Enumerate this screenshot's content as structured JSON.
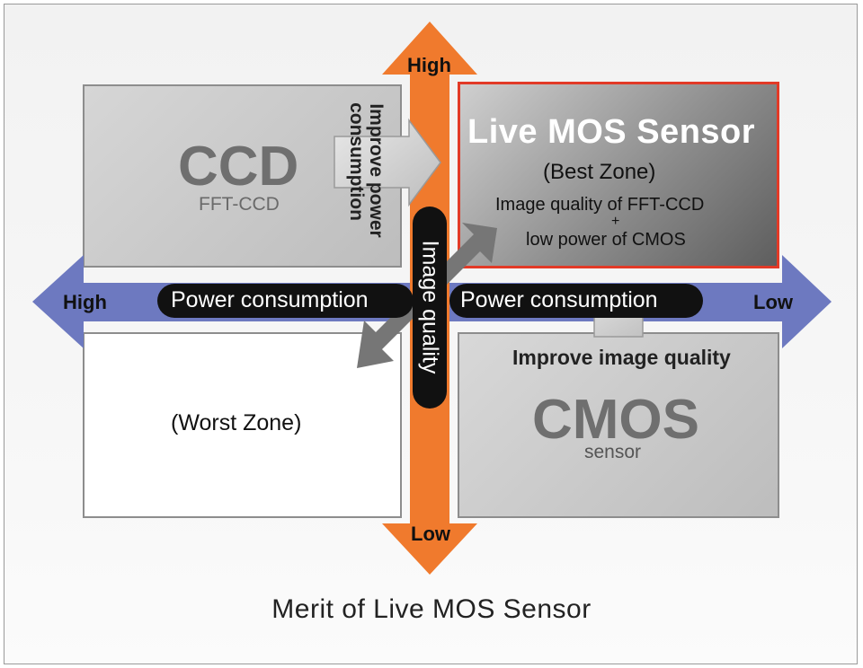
{
  "quadrants": {
    "top_left": {
      "title": "CCD",
      "subtitle": "FFT-CCD",
      "arrow_label_line1": "Improve power",
      "arrow_label_line2": "consumption"
    },
    "top_right": {
      "title": "Live MOS Sensor",
      "zone": "(Best Zone)",
      "line1": "Image quality of FFT-CCD",
      "plus": "+",
      "line2": "low power of CMOS"
    },
    "bottom_left": {
      "zone": "(Worst Zone)"
    },
    "bottom_right": {
      "title": "CMOS",
      "subtitle": "sensor",
      "arrow_label": "Improve image quality"
    }
  },
  "axes": {
    "vertical": {
      "label": "Image quality",
      "top_label": "High",
      "bottom_label": "Low",
      "color": "#f07a2d"
    },
    "horizontal": {
      "label_left": "Power consumption",
      "label_right": "Power consumption",
      "left_end": "High",
      "right_end": "Low",
      "color": "#6d79c0"
    }
  },
  "caption": "Merit of Live MOS Sensor",
  "colors": {
    "best_zone_border": "#e23a27",
    "gray_box": "#c9c9c9",
    "arrow_gray": "#7a7a7a"
  }
}
